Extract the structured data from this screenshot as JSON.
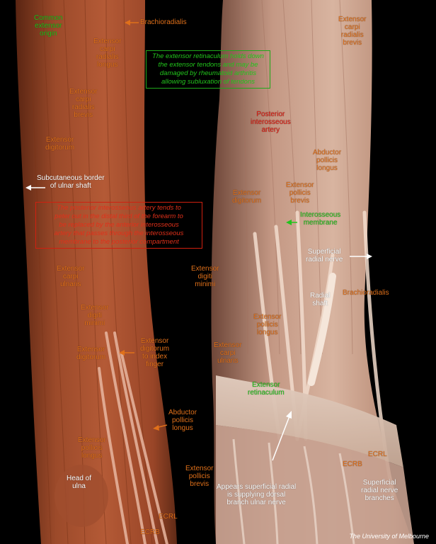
{
  "notes": {
    "retinaculum": "The extensor retinaculum holds down\nthe extensor tendons and may be\ndamaged by rheumatoid arthritis\nallowing subluxation of tendons",
    "artery": "The posterior interosseous artery tends to\npeter out in the distal third of the forearm to\nbe replaced by the anterior interosseous\nartery that passes through the interosseous\nmembrane to the posterior compartment"
  },
  "labels": {
    "common_extensor_origin": "Common\nextensor\norigin",
    "brachioradialis_top": "Brachioradialis",
    "ecrl_left": "Extensor\ncarpi\nradialis\nlongus",
    "ecrb_left": "Extensor\ncarpi\nradialis\nbrevis",
    "ed_left": "Extensor\ndigitorum",
    "ulnar_border": "Subcutaneous border\nof ulnar shaft",
    "ecu_left": "Extensor\ncarpi\nulnaris",
    "edm_left": "Extensor\ndigiti\nminimi",
    "ed_left_lower": "Extensor\ndigitorum",
    "ed_index": "Extensor\ndigitorum\nto index\nfinger",
    "apl_left": "Abductor\npollicis\nlongus",
    "epl_left": "Extensor\npollicis\nlongus",
    "head_ulna": "Head of\nulna",
    "epb_left": "Extensor\npollicis\nbrevis",
    "ecrl_left_bottom": "ECRL",
    "ecrb_left_bottom": "ECRB",
    "ecrb_right_top": "Extensor\ncarpi\nradialis\nbrevis",
    "post_interosseous": "Posterior\ninterosseous\nartery",
    "apl_right": "Abductor\npollicis\nlongus",
    "ed_right": "Extensor\ndigitorum",
    "epb_right": "Extensor\npollicis\nbrevis",
    "interosseous_membrane": "Interosseous\nmembrane",
    "superficial_radial": "Superficial\nradial nerve",
    "edm_right": "Extensor\ndigiti\nminimi",
    "radial_shaft": "Radial\nshaft",
    "brachioradialis_right": "Brachioradialis",
    "epl_right": "Extensor\npollicis\nlongus",
    "ecu_right": "Extensor\ncarpi\nulnaris",
    "extensor_retinaculum": "Extensor\nretinaculum",
    "ecrl_right": "ECRL",
    "ecrb_right": "ECRB",
    "appears_superficial": "Appears superficial radial\nis supplying dorsal\nbranch ulnar nerve",
    "superficial_branches": "Superficial\nradial nerve\nbranches"
  },
  "credit": "The University of Melbourne",
  "colors": {
    "muscle_label": "#e0701a",
    "structure_label": "#ffffff",
    "green_label": "#22c41c",
    "artery_label": "#e01a10"
  }
}
